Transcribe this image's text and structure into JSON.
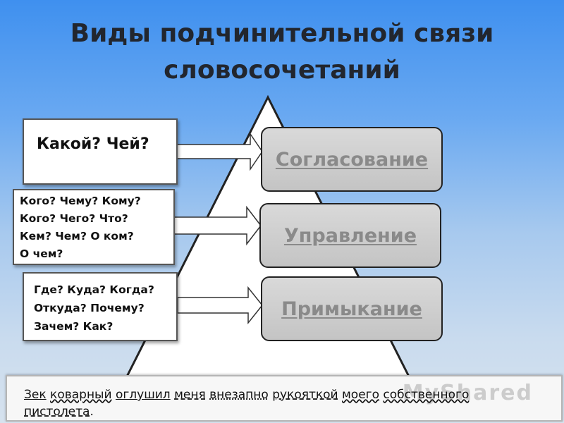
{
  "title": {
    "line1": "Виды подчинительной связи",
    "line2": "словосочетаний"
  },
  "types": [
    {
      "label": "Согласование"
    },
    {
      "label": "Управление"
    },
    {
      "label": "Примыкание"
    }
  ],
  "questions": [
    {
      "lines": [
        "Какой? Чей?"
      ]
    },
    {
      "lines": [
        "Кого? Чему? Кому?",
        "Кого? Чего? Что?",
        "Кем? Чем? О ком?",
        "О чем?"
      ]
    },
    {
      "lines": [
        "Где? Куда? Когда?",
        "Откуда? Почему?",
        "Зачем? Как?"
      ]
    }
  ],
  "sentence": {
    "words": [
      "Зек",
      "коварный",
      "оглушил",
      "меня",
      "внезапно",
      "рукояткой",
      "моего",
      "собственного",
      "пистолета",
      "."
    ]
  },
  "watermark": "MyShared",
  "colors": {
    "background_top": "#3f90ef",
    "background_bottom": "#d6e2ee",
    "title": "#22262e",
    "type_label": "#8a8a8a"
  }
}
